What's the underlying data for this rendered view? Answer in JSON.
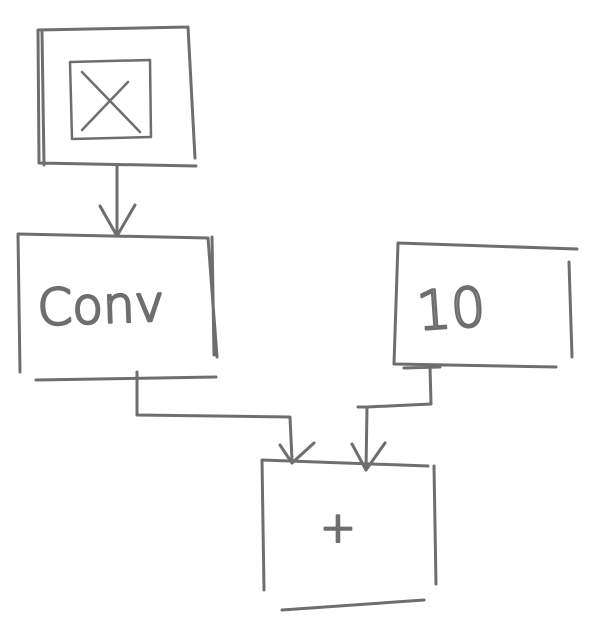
{
  "diagram": {
    "nodes": {
      "input": {
        "label": "X"
      },
      "conv": {
        "label": "Conv"
      },
      "constant": {
        "label": "10"
      },
      "add": {
        "label": "+"
      }
    },
    "edges": [
      {
        "from": "input",
        "to": "conv"
      },
      {
        "from": "conv",
        "to": "add"
      },
      {
        "from": "constant",
        "to": "add"
      }
    ]
  },
  "colors": {
    "pencil": "#6e6e6e",
    "paper": "#ffffff"
  }
}
